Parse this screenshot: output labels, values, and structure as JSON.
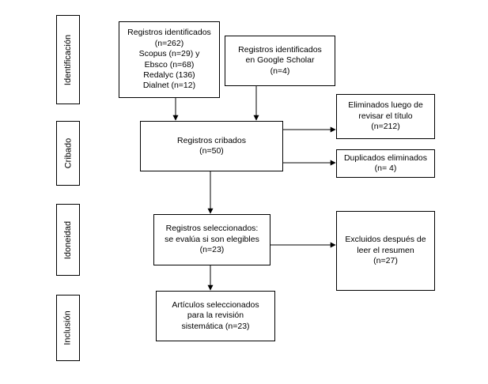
{
  "stages": {
    "identificacion": "Identificación",
    "cribado": "Cribado",
    "idoneidad": "Idoneidad",
    "inclusion": "Inclusión"
  },
  "boxes": {
    "registros_identificados": "Registros identificados\n(n=262)\nScopus (n=29) y\nEbsco (n=68)\nRedalyc (136)\nDialnet (n=12)",
    "google_scholar": "Registros identificados\nen Google Scholar\n(n=4)",
    "registros_cribados": "Registros cribados\n(n=50)",
    "eliminados_titulo": "Eliminados luego de\nrevisar el título\n(n=212)",
    "duplicados": "Duplicados eliminados\n(n= 4)",
    "seleccionados": "Registros seleccionados:\nse evalúa si son elegibles\n(n=23)",
    "excluidos": "Excluidos después de\nleer el resumen\n(n=27)",
    "articulos": "Artículos seleccionados\npara la revisión\nsistemática (n=23)"
  }
}
